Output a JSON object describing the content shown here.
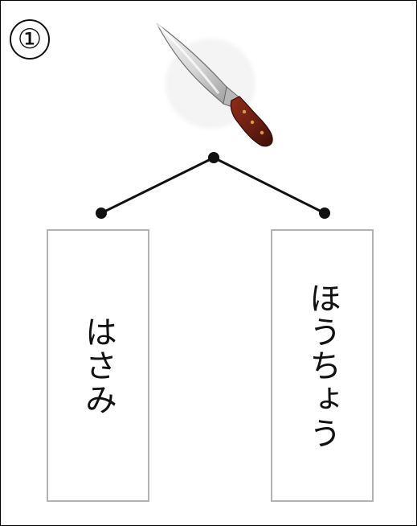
{
  "problem": {
    "number": "①"
  },
  "image": {
    "icon": "kitchen-knife-icon"
  },
  "choices": [
    {
      "label": "はさみ"
    },
    {
      "label": "ほうちょう"
    }
  ],
  "colors": {
    "frame": "#000000",
    "box_border": "#b3b3b3",
    "line": "#111111",
    "knife_blade": "#d8d8d8",
    "knife_handle": "#6b1f12"
  }
}
